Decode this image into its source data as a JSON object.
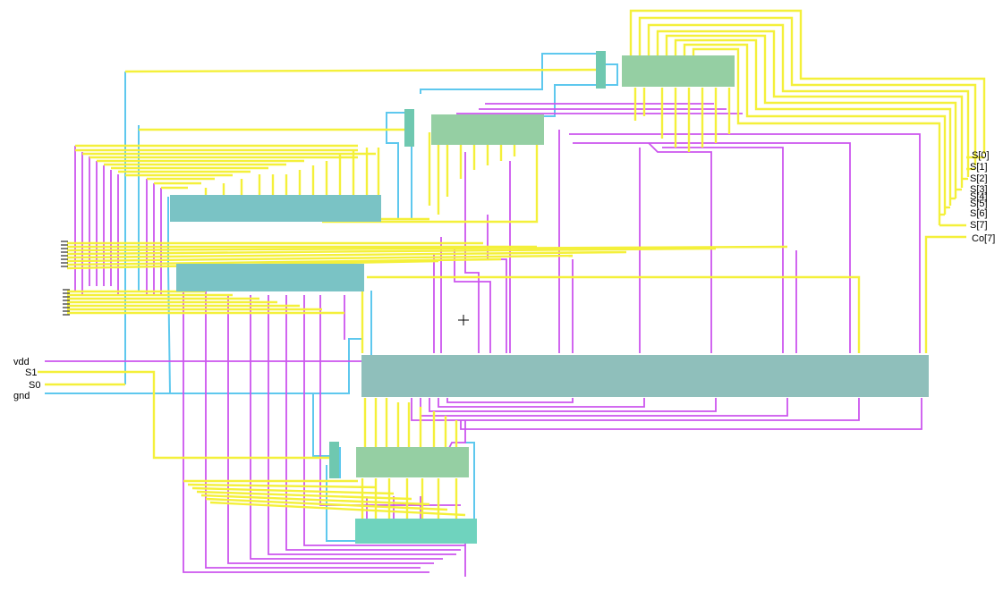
{
  "schematic": {
    "left_ports": [
      {
        "label": "vdd"
      },
      {
        "label": "S1"
      },
      {
        "label": "S0"
      },
      {
        "label": "gnd"
      }
    ],
    "right_ports": [
      {
        "label": "S[0]"
      },
      {
        "label": "S[1]"
      },
      {
        "label": "S[2]"
      },
      {
        "label": "S[3]"
      },
      {
        "label": "S[4]"
      },
      {
        "label": "S[5]"
      },
      {
        "label": "S[6]"
      },
      {
        "label": "S[7]"
      },
      {
        "label": "Co[7]"
      }
    ],
    "colors": {
      "wire_yellow": "#f4f03a",
      "wire_magenta": "#cc55ee",
      "wire_cyan": "#5ec8ee",
      "block_green": "#95cfa3",
      "block_teal": "#7ac3c5",
      "block_large": "#8fbfbb",
      "block_mint": "#6fd3be"
    }
  }
}
